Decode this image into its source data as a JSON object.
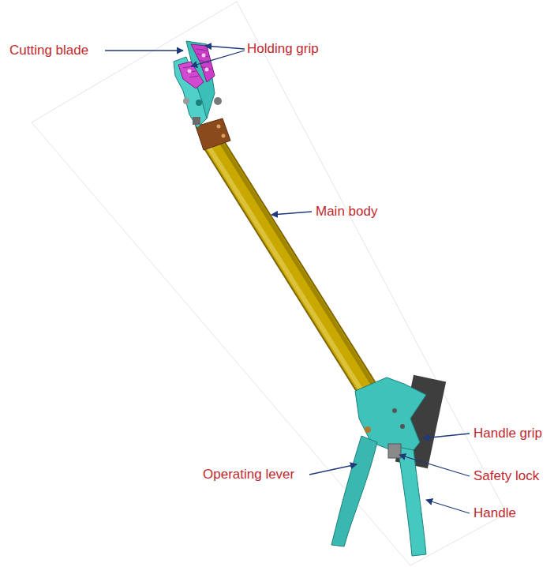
{
  "diagram": {
    "labels": [
      "Cutting blade",
      "Holding grip",
      "Main body",
      "Handle grip",
      "Safety lock",
      "Operating lever",
      "Handle"
    ]
  }
}
